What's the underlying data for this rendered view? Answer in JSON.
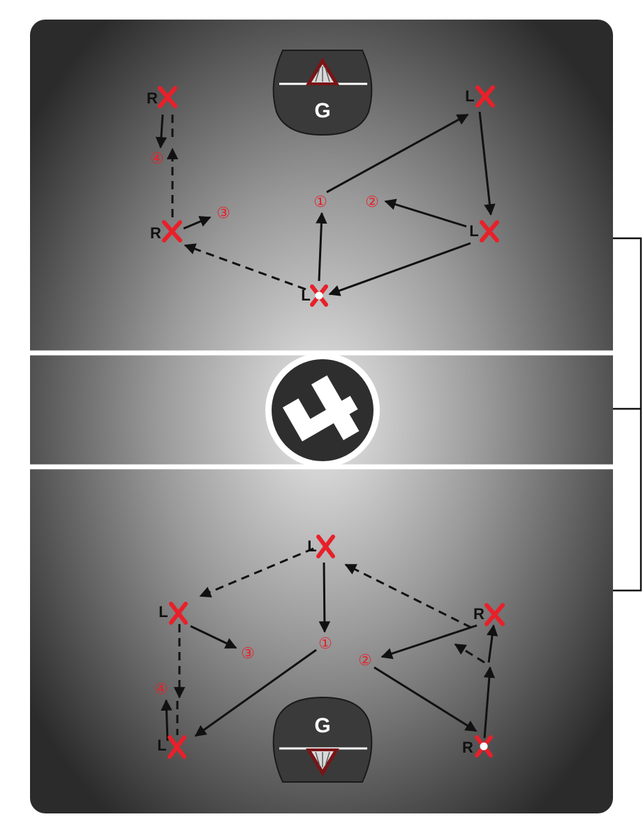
{
  "colors": {
    "court_light": "#e6e6e6",
    "court_dark": "#2a2a2a",
    "line": "#ffffff",
    "marker": "#e8202a",
    "arrow": "#111111",
    "label": "#111111",
    "step": "#e8202a"
  },
  "logo": {
    "icon": "lf-monogram-icon"
  },
  "goals": [
    {
      "id": "top",
      "letter": "G",
      "icon": "goal-crease-icon"
    },
    {
      "id": "bottom",
      "letter": "G",
      "icon": "goal-crease-icon"
    }
  ],
  "players": [
    {
      "id": "top-r1",
      "letter": "R",
      "ball": false
    },
    {
      "id": "top-r2",
      "letter": "R",
      "ball": false
    },
    {
      "id": "top-l1",
      "letter": "L",
      "ball": false
    },
    {
      "id": "top-l2",
      "letter": "L",
      "ball": false
    },
    {
      "id": "top-l3",
      "letter": "L",
      "ball": true
    },
    {
      "id": "bot-l1",
      "letter": "L",
      "ball": false
    },
    {
      "id": "bot-l2",
      "letter": "L",
      "ball": false
    },
    {
      "id": "bot-l3",
      "letter": "L",
      "ball": false
    },
    {
      "id": "bot-r1",
      "letter": "R",
      "ball": false
    },
    {
      "id": "bot-r2",
      "letter": "R",
      "ball": true
    }
  ],
  "steps": [
    {
      "id": "top-1",
      "label": "①"
    },
    {
      "id": "top-2",
      "label": "②"
    },
    {
      "id": "top-3",
      "label": "③"
    },
    {
      "id": "top-4",
      "label": "④"
    },
    {
      "id": "bot-1",
      "label": "①"
    },
    {
      "id": "bot-2",
      "label": "②"
    },
    {
      "id": "bot-3",
      "label": "③"
    },
    {
      "id": "bot-4",
      "label": "④"
    }
  ]
}
